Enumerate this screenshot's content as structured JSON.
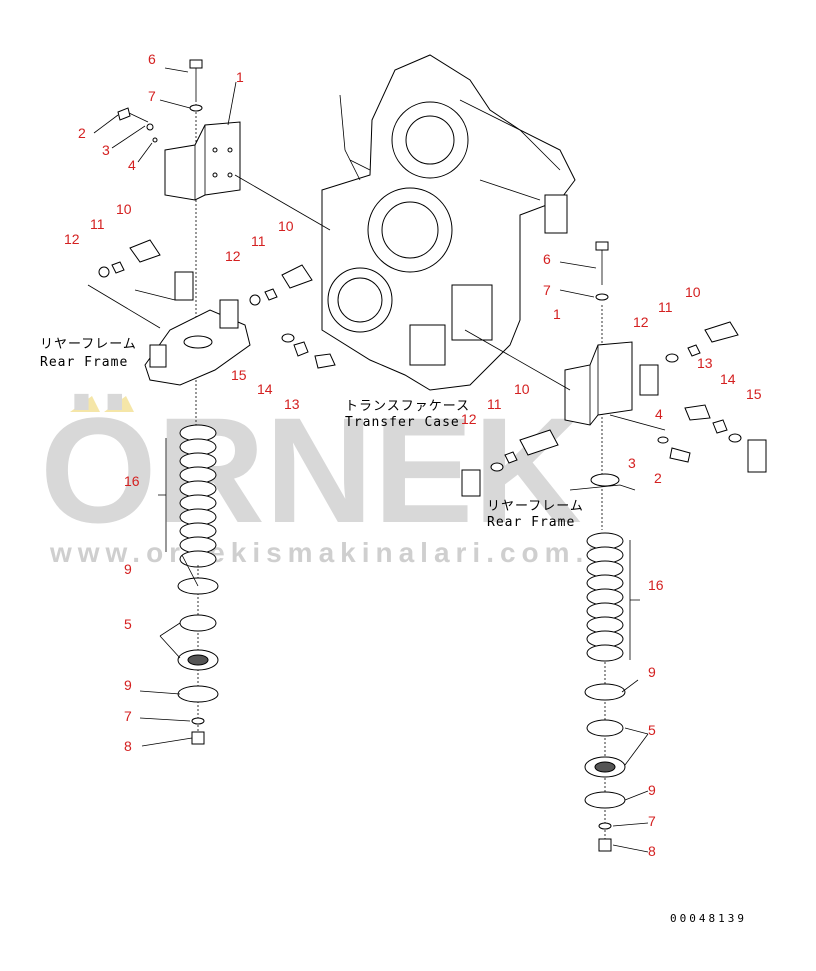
{
  "drawing": {
    "drawing_code": "00048139",
    "labels": {
      "rear_frame_jp": "リヤーフレーム",
      "rear_frame_en": "Rear Frame",
      "transfer_case_jp": "トランスファケース",
      "transfer_case_en": "Transfer Case"
    },
    "callouts": [
      {
        "id": "c-6a",
        "n": "6"
      },
      {
        "id": "c-1a",
        "n": "1"
      },
      {
        "id": "c-7a",
        "n": "7"
      },
      {
        "id": "c-2a",
        "n": "2"
      },
      {
        "id": "c-3a",
        "n": "3"
      },
      {
        "id": "c-4a",
        "n": "4"
      },
      {
        "id": "c-12a",
        "n": "12"
      },
      {
        "id": "c-11a",
        "n": "11"
      },
      {
        "id": "c-10a",
        "n": "10"
      },
      {
        "id": "c-12b",
        "n": "12"
      },
      {
        "id": "c-11b",
        "n": "11"
      },
      {
        "id": "c-10b",
        "n": "10"
      },
      {
        "id": "c-15a",
        "n": "15"
      },
      {
        "id": "c-14a",
        "n": "14"
      },
      {
        "id": "c-13a",
        "n": "13"
      },
      {
        "id": "c-16a",
        "n": "16"
      },
      {
        "id": "c-9a",
        "n": "9"
      },
      {
        "id": "c-5a",
        "n": "5"
      },
      {
        "id": "c-9b",
        "n": "9"
      },
      {
        "id": "c-7b",
        "n": "7"
      },
      {
        "id": "c-8a",
        "n": "8"
      },
      {
        "id": "c-6b",
        "n": "6"
      },
      {
        "id": "c-7c",
        "n": "7"
      },
      {
        "id": "c-1b",
        "n": "1"
      },
      {
        "id": "c-12c",
        "n": "12"
      },
      {
        "id": "c-11c",
        "n": "11"
      },
      {
        "id": "c-10c",
        "n": "10"
      },
      {
        "id": "c-13b",
        "n": "13"
      },
      {
        "id": "c-4b",
        "n": "4"
      },
      {
        "id": "c-14b",
        "n": "14"
      },
      {
        "id": "c-15b",
        "n": "15"
      },
      {
        "id": "c-12d",
        "n": "12"
      },
      {
        "id": "c-11d",
        "n": "11"
      },
      {
        "id": "c-10d",
        "n": "10"
      },
      {
        "id": "c-3b",
        "n": "3"
      },
      {
        "id": "c-2b",
        "n": "2"
      },
      {
        "id": "c-16b",
        "n": "16"
      },
      {
        "id": "c-9c",
        "n": "9"
      },
      {
        "id": "c-5b",
        "n": "5"
      },
      {
        "id": "c-9d",
        "n": "9"
      },
      {
        "id": "c-7d",
        "n": "7"
      },
      {
        "id": "c-8b",
        "n": "8"
      }
    ]
  },
  "watermark": {
    "brand": "ÖRNEK",
    "url": "www.ornekismakinalari.com.tr"
  }
}
